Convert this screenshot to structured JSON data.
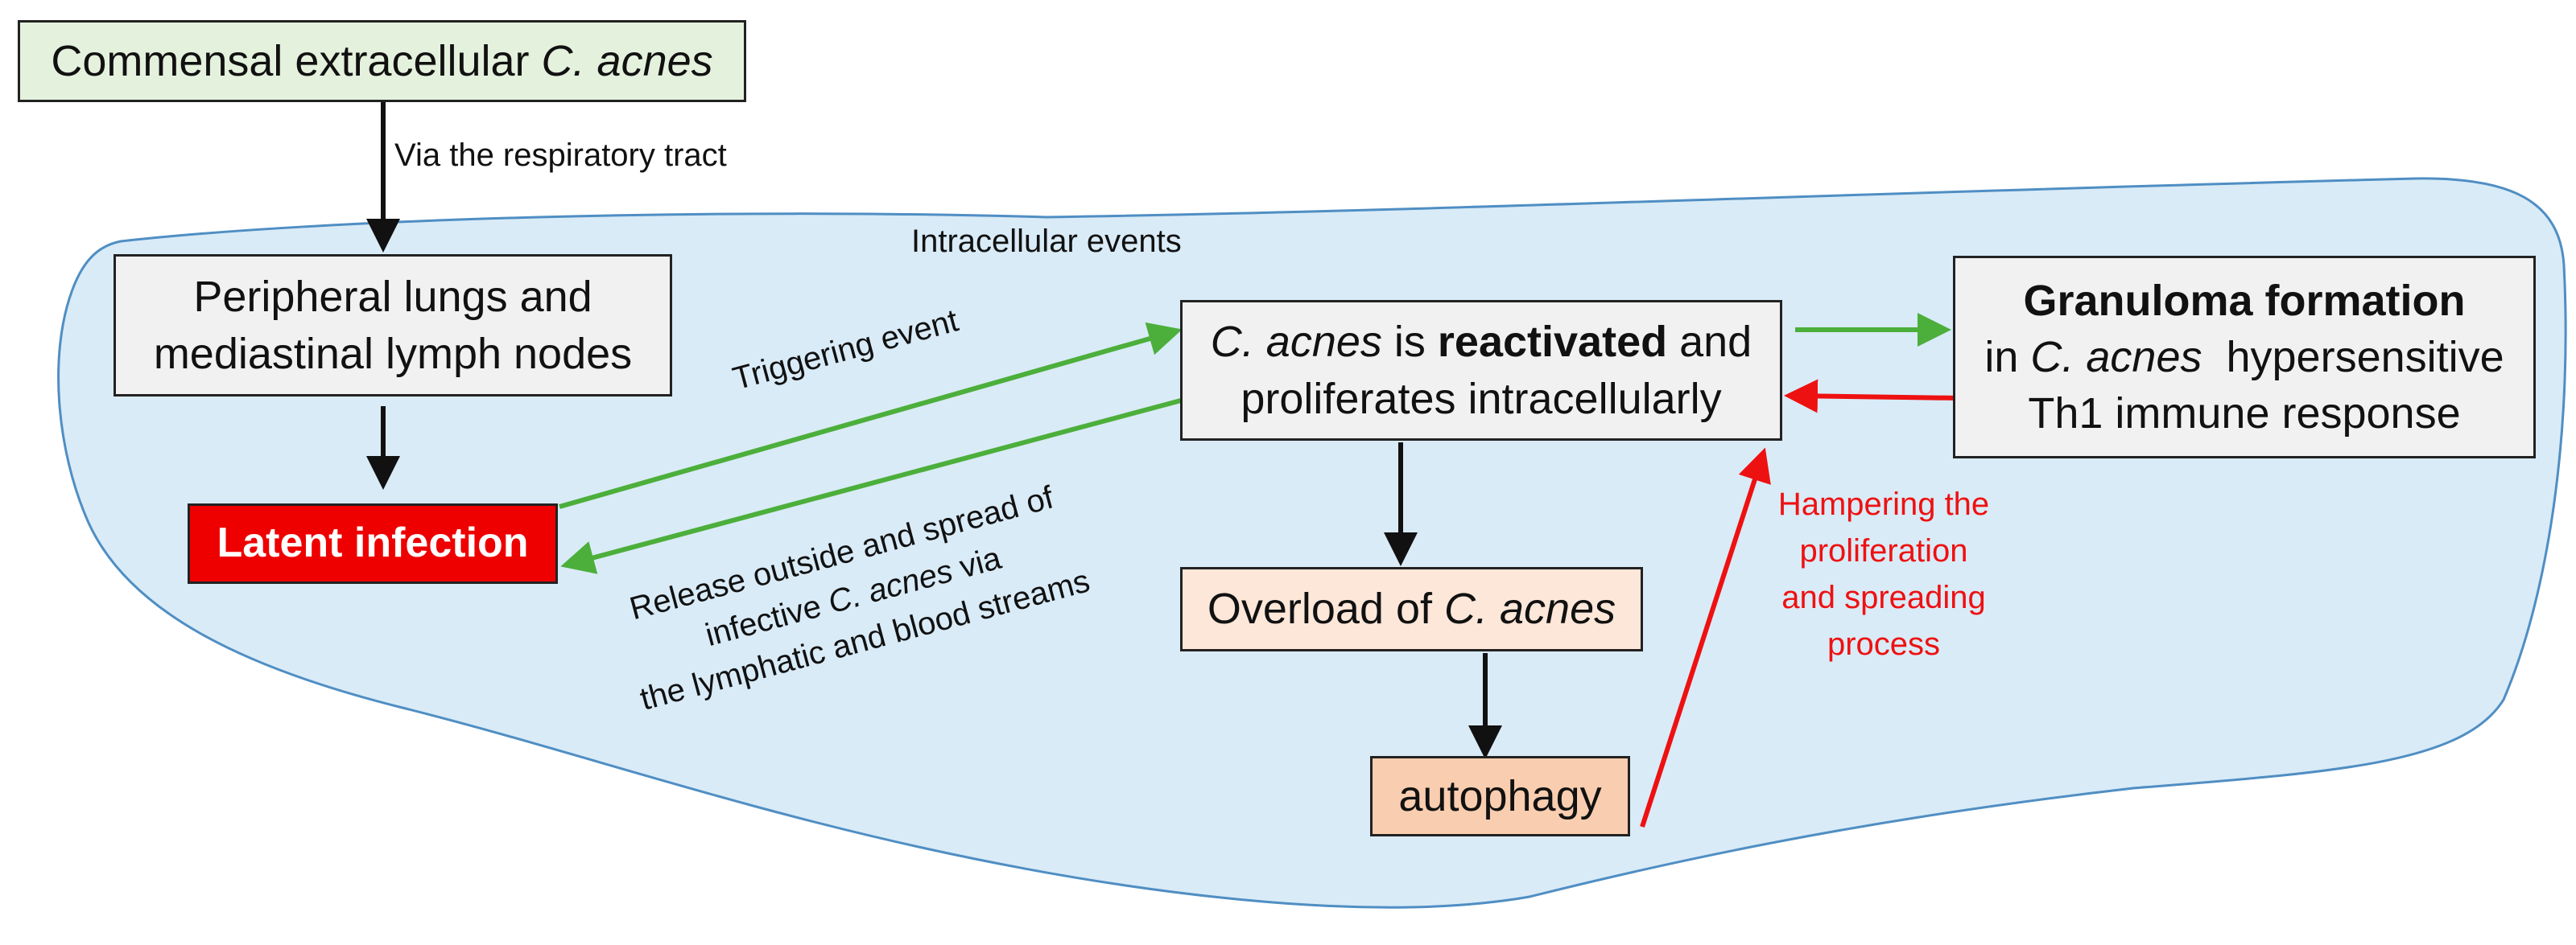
{
  "region": {
    "label": "Intracellular events",
    "fill": "#d9ebf7",
    "stroke": "#4f8ec3"
  },
  "nodes": {
    "commensal": {
      "text": "Commensal extracellular ",
      "italic": "C. acnes",
      "fill": "#e4f1dd"
    },
    "peripheral": {
      "line1": "Peripheral lungs and",
      "line2": "mediastinal lymph nodes",
      "fill": "#f1f1f1"
    },
    "latent": {
      "text": "Latent infection",
      "fill": "#ee0000",
      "text_color": "#ffffff"
    },
    "reactivated": {
      "italic": "C. acnes",
      "is": " is ",
      "bold": "reactivated",
      "and": " and",
      "line2": "proliferates intracellularly",
      "fill": "#f1f1f1"
    },
    "granuloma": {
      "bold": "Granuloma formation",
      "in": "in ",
      "italic": "C. acnes",
      "rest": "  hypersensitive",
      "line3": "Th1 immune response",
      "fill": "#f1f1f1"
    },
    "overload": {
      "text": "Overload of ",
      "italic": "C. acnes",
      "fill": "#fde7d9"
    },
    "autophagy": {
      "text": "autophagy",
      "fill": "#f9cdaf"
    }
  },
  "edge_labels": {
    "respiratory": "Via the respiratory tract",
    "triggering": "Triggering event",
    "release_line1": "Release outside and spread of",
    "release_line2_pre": "infective ",
    "release_line2_italic": "C. acnes",
    "release_line2_post": " via",
    "release_line3": "the lymphatic and blood streams",
    "hampering": [
      "Hampering the",
      "proliferation",
      "and spreading",
      "process"
    ]
  },
  "colors": {
    "green_arrow": "#4caf3b",
    "red_arrow": "#ee1111",
    "black_arrow": "#111111",
    "hampering_text": "#ee1111"
  }
}
